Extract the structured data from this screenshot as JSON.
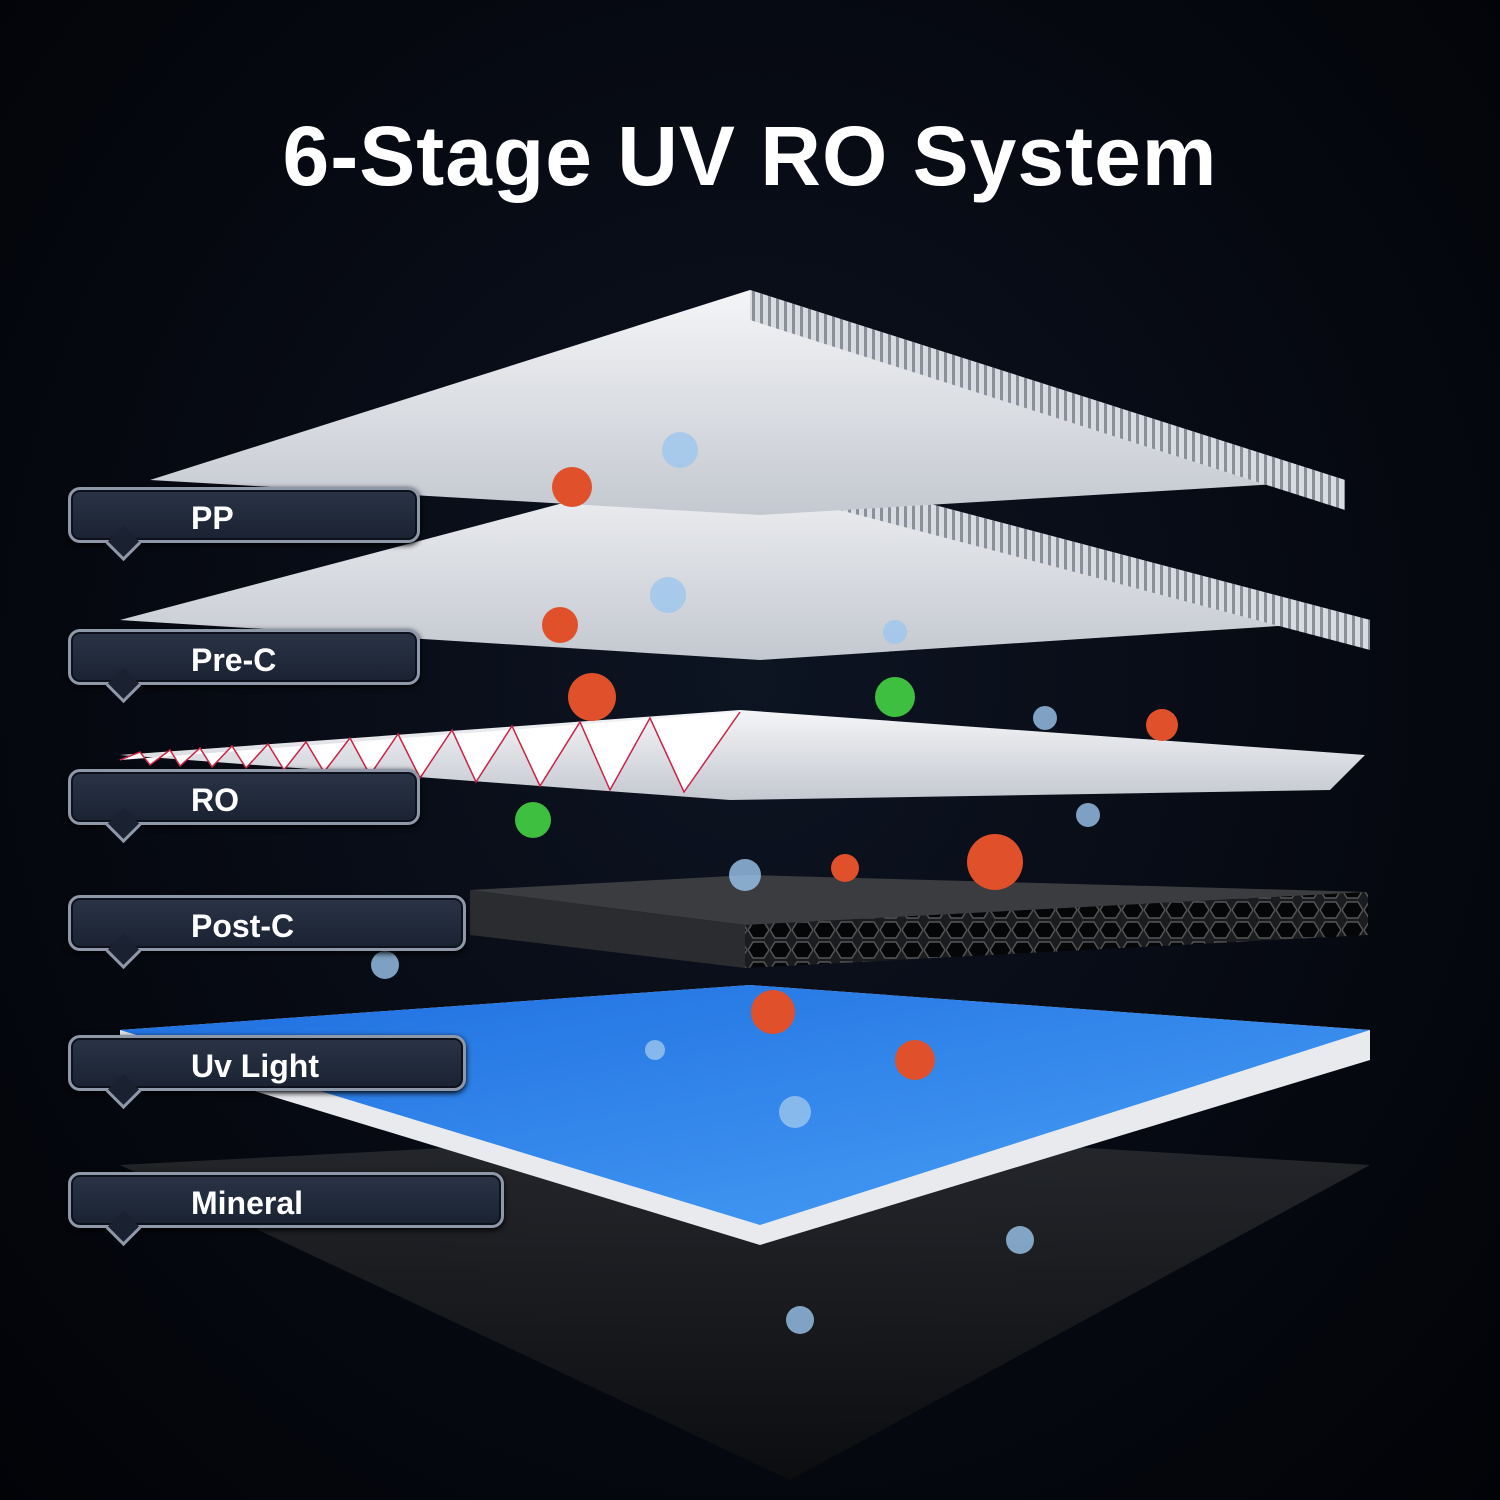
{
  "title": "6-Stage UV RO System",
  "stages": [
    {
      "label": "PP"
    },
    {
      "label": "Pre-C"
    },
    {
      "label": "RO"
    },
    {
      "label": "Post-C"
    },
    {
      "label": "Uv Light"
    },
    {
      "label": "Mineral"
    }
  ],
  "colors": {
    "background": "#05080f",
    "uv_layer": "#2f7fe6",
    "label_bg": "#1f2838",
    "virus_red": "#e0502a",
    "virus_green": "#3fbf3f"
  }
}
